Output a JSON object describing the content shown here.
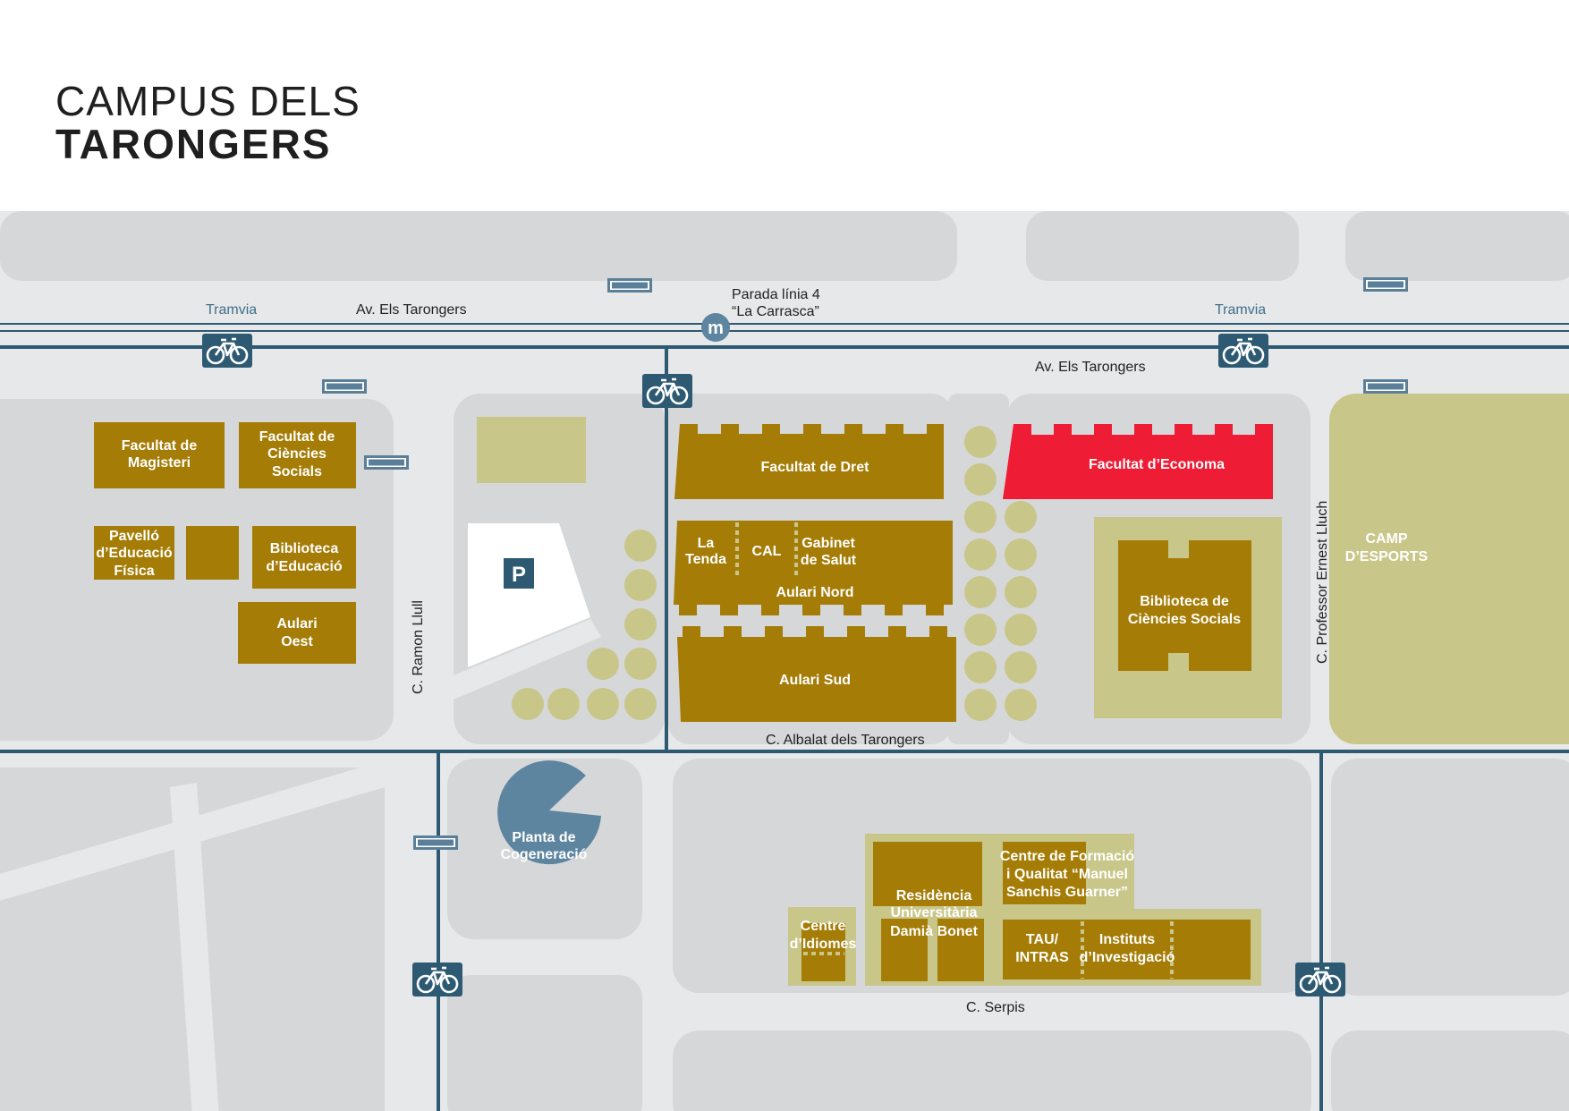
{
  "title": {
    "line1": "CAMPUS DELS",
    "line2": "TARONGERS"
  },
  "streets": {
    "av_top": "Av. Els Tarongers",
    "av_mid": "Av. Els Tarongers",
    "tram_left": "Tramvia",
    "tram_right": "Tramvia",
    "metro_l1": "Parada línia 4",
    "metro_l2": "“La  Carrasca”",
    "albalat": "C. Albalat dels Tarongers",
    "serpis": "C. Serpis",
    "ramon": "C. Ramon Llull",
    "professor": "C. Professor Ernest Lluch"
  },
  "icons": {
    "emt": "EMT",
    "metro": "m",
    "parking": "P",
    "bike": "bicycle-icon"
  },
  "buildings": {
    "magisteri": [
      "Facultat de",
      "Magisteri"
    ],
    "socials": [
      "Facultat de",
      "Ciències",
      "Socials"
    ],
    "pavello": [
      "Pavelló",
      "d’Educació",
      "Física"
    ],
    "bib_educacio": [
      "Biblioteca",
      "d’Educació"
    ],
    "aulari_oest": [
      "Aulari",
      "Oest"
    ],
    "dret": [
      "Facultat de Dret"
    ],
    "economa": [
      "Facultat d’Economa"
    ],
    "la_tenda": [
      "La",
      "Tenda"
    ],
    "cal": [
      "CAL"
    ],
    "gabinet": [
      "Gabinet",
      "de Salut"
    ],
    "aulari_nord": [
      "Aulari Nord"
    ],
    "aulari_sud": [
      "Aulari Sud"
    ],
    "bib_socials": [
      "Biblioteca de",
      "Ciències Socials"
    ],
    "camp": [
      "CAMP",
      "D’ESPORTS"
    ],
    "planta": [
      "Planta de",
      "Cogeneració"
    ],
    "residencia": [
      "Residència",
      "Universitària",
      "Damià Bonet"
    ],
    "centre_formacio": [
      "Centre de Formació",
      "i Qualitat “Manuel",
      "Sanchis Guarner”"
    ],
    "idiomes": [
      "Centre",
      "d’Idiomes"
    ],
    "tau": [
      "TAU/",
      "INTRAS"
    ],
    "instituts": [
      "Instituts",
      "d’Investigació"
    ]
  },
  "colors": {
    "building": "#a47c06",
    "highlight": "#ee1c34",
    "green": "#c9c68a",
    "block": "#d6d7d9",
    "street": "#e7e8ea",
    "line": "#2d5a72",
    "circle_blue": "#5e85a0"
  }
}
